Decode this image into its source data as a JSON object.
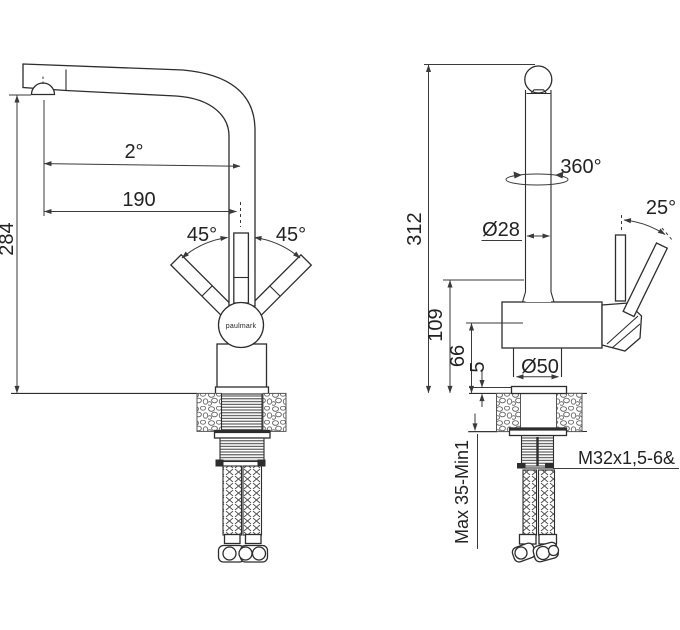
{
  "drawing": {
    "title": "kitchen-faucet-technical-drawing",
    "colors": {
      "background": "#ffffff",
      "line": "#2d2d2d",
      "dimension": "#3a3a3a"
    }
  },
  "front_view": {
    "height_mm": "284",
    "spout_angle": "2°",
    "spout_reach": "190",
    "handle_swing_left": "45°",
    "handle_swing_right": "45°",
    "logo": "paulmark"
  },
  "side_view": {
    "height_mm": "312",
    "swivel_angle": "360°",
    "pipe_diameter": "Ø28",
    "handle_tilt": "25°",
    "body_height": "109",
    "base_height": "66",
    "flange_thickness": "5",
    "base_diameter": "Ø50",
    "mounting_range": "Max 35-Min1",
    "thread_spec": "M32x1,5-6&"
  }
}
